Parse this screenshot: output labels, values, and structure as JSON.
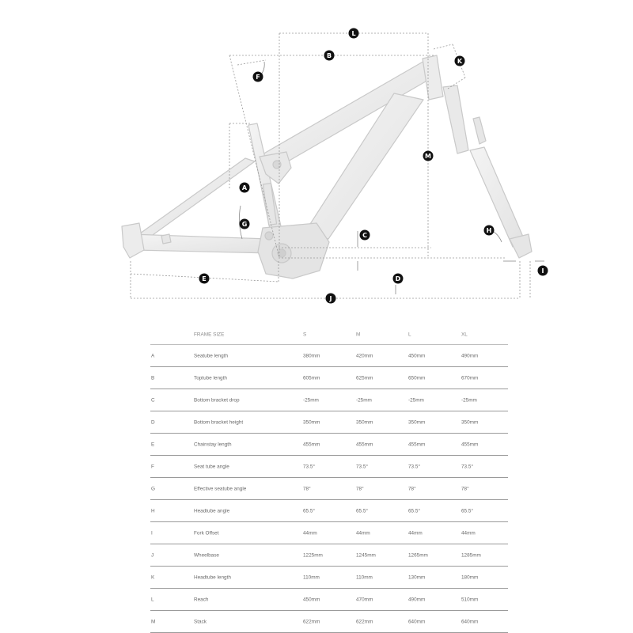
{
  "diagram": {
    "markers": [
      "L",
      "B",
      "K",
      "F",
      "M",
      "A",
      "G",
      "C",
      "H",
      "I",
      "D",
      "E",
      "J"
    ]
  },
  "table": {
    "header": {
      "frame_size": "FRAME SIZE",
      "sizes": [
        "S",
        "M",
        "L",
        "XL"
      ]
    },
    "rows": [
      {
        "letter": "A",
        "name": "Seatube length",
        "values": [
          "380mm",
          "420mm",
          "450mm",
          "490mm"
        ]
      },
      {
        "letter": "B",
        "name": "Toptube length",
        "values": [
          "605mm",
          "625mm",
          "650mm",
          "670mm"
        ]
      },
      {
        "letter": "C",
        "name": "Bottom bracket drop",
        "values": [
          "-25mm",
          "-25mm",
          "-25mm",
          "-25mm"
        ]
      },
      {
        "letter": "D",
        "name": "Bottom bracket height",
        "values": [
          "350mm",
          "350mm",
          "350mm",
          "350mm"
        ]
      },
      {
        "letter": "E",
        "name": "Chainstay length",
        "values": [
          "455mm",
          "455mm",
          "455mm",
          "455mm"
        ]
      },
      {
        "letter": "F",
        "name": "Seat tube angle",
        "values": [
          "73.5°",
          "73.5°",
          "73.5°",
          "73.5°"
        ]
      },
      {
        "letter": "G",
        "name": "Effective seatube angle",
        "values": [
          "78°",
          "78°",
          "78°",
          "78°"
        ]
      },
      {
        "letter": "H",
        "name": "Headtube angle",
        "values": [
          "65.5°",
          "65.5°",
          "65.5°",
          "65.5°"
        ]
      },
      {
        "letter": "I",
        "name": "Fork Offset",
        "values": [
          "44mm",
          "44mm",
          "44mm",
          "44mm"
        ]
      },
      {
        "letter": "J",
        "name": "Wheelbase",
        "values": [
          "1225mm",
          "1245mm",
          "1265mm",
          "1285mm"
        ]
      },
      {
        "letter": "K",
        "name": "Headtube length",
        "values": [
          "110mm",
          "110mm",
          "130mm",
          "180mm"
        ]
      },
      {
        "letter": "L",
        "name": "Reach",
        "values": [
          "450mm",
          "470mm",
          "490mm",
          "510mm"
        ]
      },
      {
        "letter": "M",
        "name": "Stack",
        "values": [
          "622mm",
          "622mm",
          "640mm",
          "640mm"
        ]
      }
    ]
  }
}
